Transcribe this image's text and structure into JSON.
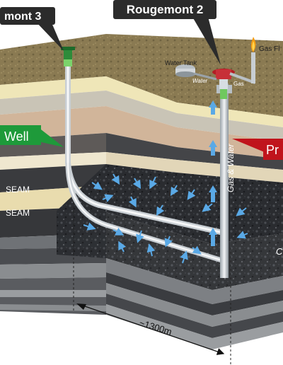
{
  "labels": {
    "well_left": "mont 3",
    "well_right": "Rougemont 2",
    "gas_flare": "Gas Fl",
    "water_tank": "Water Tank",
    "water_pipe": "Water",
    "gas_pipe": "Gas",
    "gas_and_water": "Gas & Water",
    "lateral_well": "Well",
    "production_well": "Pr",
    "seam_upper": "SEAM",
    "seam_lower": "SEAM",
    "right_edge_letter": "C",
    "distance": "~1300m"
  },
  "colors": {
    "callout_dark": "#2b2b2b",
    "callout_green": "#1e9a3a",
    "callout_red": "#c0141c",
    "coal": "#2a2c30",
    "flow_arrow": "#5aa9e6",
    "sand": "#e4d7ae",
    "ground": "#8a7a52"
  },
  "icons": [
    "gas-flare-icon",
    "water-tank-icon",
    "wellhead-icon",
    "flow-arrow-icon",
    "dimension-arrow-icon"
  ]
}
